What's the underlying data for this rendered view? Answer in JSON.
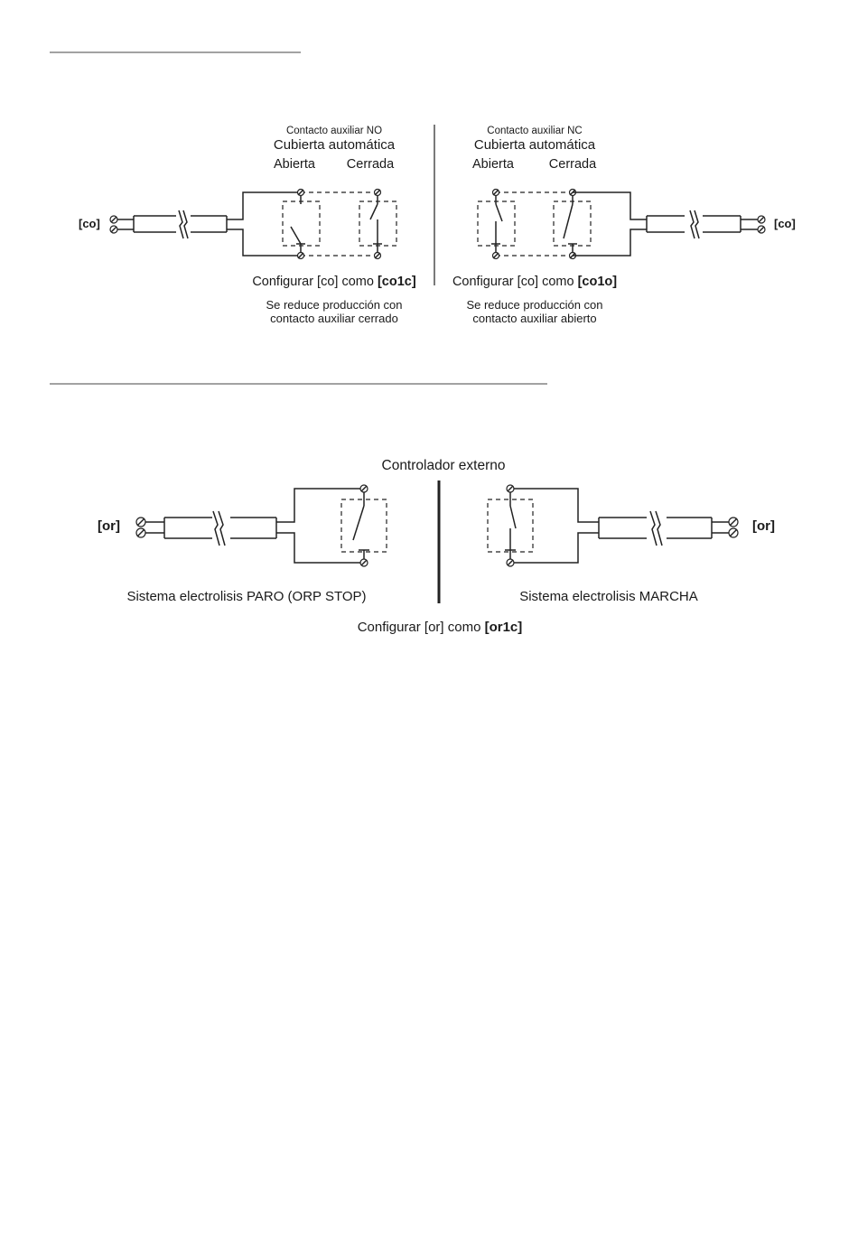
{
  "cover_section": {
    "left": {
      "terminal_label": "[co]",
      "aux_contact": "Contacto auxiliar NO",
      "cover_title": "Cubierta automática",
      "state_open": "Abierta",
      "state_closed": "Cerrada",
      "config_prefix": "Configurar [co] como ",
      "config_value": "[co1c]",
      "note_line1": "Se reduce producción con",
      "note_line2": "contacto auxiliar cerrado"
    },
    "right": {
      "terminal_label": "[co]",
      "aux_contact": "Contacto auxiliar NC",
      "cover_title": "Cubierta automática",
      "state_open": "Abierta",
      "state_closed": "Cerrada",
      "config_prefix": "Configurar [co] como ",
      "config_value": "[co1o]",
      "note_line1": "Se reduce producción con",
      "note_line2": "contacto auxiliar abierto"
    }
  },
  "orp_section": {
    "title": "Controlador externo",
    "left_terminal_label": "[or]",
    "right_terminal_label": "[or]",
    "left_caption": "Sistema electrolisis PARO (ORP STOP)",
    "right_caption": "Sistema electrolisis MARCHA",
    "config_prefix": "Configurar [or] como ",
    "config_value": "[or1c]"
  }
}
